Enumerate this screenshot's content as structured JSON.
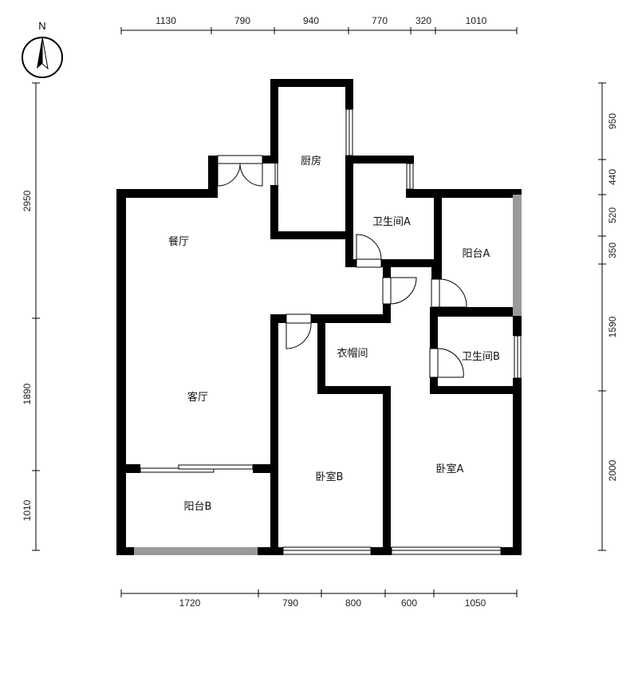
{
  "compass": {
    "label": "N"
  },
  "dimensions": {
    "top": [
      "1130",
      "790",
      "940",
      "770",
      "320",
      "1010"
    ],
    "bottom": [
      "1720",
      "790",
      "800",
      "600",
      "1050"
    ],
    "left": [
      "2950",
      "1890",
      "1010"
    ],
    "right": [
      "950",
      "440",
      "520",
      "350",
      "1590",
      "2000"
    ]
  },
  "rooms": {
    "kitchen": "厨房",
    "dining": "餐厅",
    "living": "客厅",
    "bath_a": "卫生间A",
    "bath_b": "卫生间B",
    "balcony_a": "阳台A",
    "balcony_b": "阳台B",
    "closet": "衣帽间",
    "bedroom_a": "卧室A",
    "bedroom_b": "卧室B"
  }
}
